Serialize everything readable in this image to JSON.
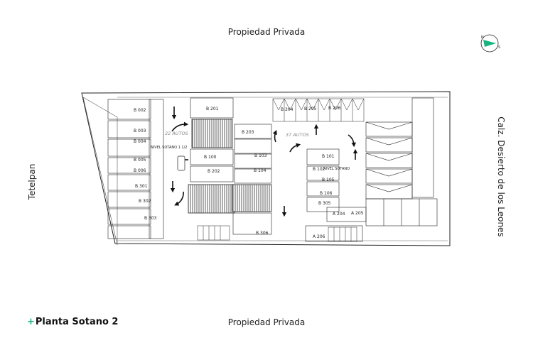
{
  "labels": {
    "top": "Propiedad Privada",
    "bottom": "Propiedad Privada",
    "left": "Tetelpan",
    "right": "Calz. Desierto de los Leones"
  },
  "title": {
    "plus": "+",
    "text": "Planta Sotano 2"
  },
  "compass": {
    "north": "N",
    "south": "S",
    "accent": "#19b37f"
  },
  "plan": {
    "capacity_left": "22 AUTOS",
    "capacity_right": "37 AUTOS",
    "level_left": "NIVEL SOTANO 1 1/2",
    "level_right": "NIVEL SOTANO",
    "stalls": [
      {
        "label": "B 002"
      },
      {
        "label": "B 003"
      },
      {
        "label": "B 004"
      },
      {
        "label": "B 005"
      },
      {
        "label": "B 006"
      },
      {
        "label": "B 301"
      },
      {
        "label": "B 302"
      },
      {
        "label": "B 303"
      },
      {
        "label": "B 201"
      },
      {
        "label": "B 100"
      },
      {
        "label": "B 203"
      },
      {
        "label": "B 202"
      },
      {
        "label": "B 204"
      },
      {
        "label": "B 205"
      },
      {
        "label": "B 206"
      },
      {
        "label": "B 104"
      },
      {
        "label": "B 103"
      },
      {
        "label": "B 101"
      },
      {
        "label": "B 102"
      },
      {
        "label": "B 105"
      },
      {
        "label": "B 106"
      },
      {
        "label": "B 305"
      },
      {
        "label": "A 204"
      },
      {
        "label": "A 205"
      },
      {
        "label": "B 306"
      },
      {
        "label": "A 206"
      }
    ]
  }
}
